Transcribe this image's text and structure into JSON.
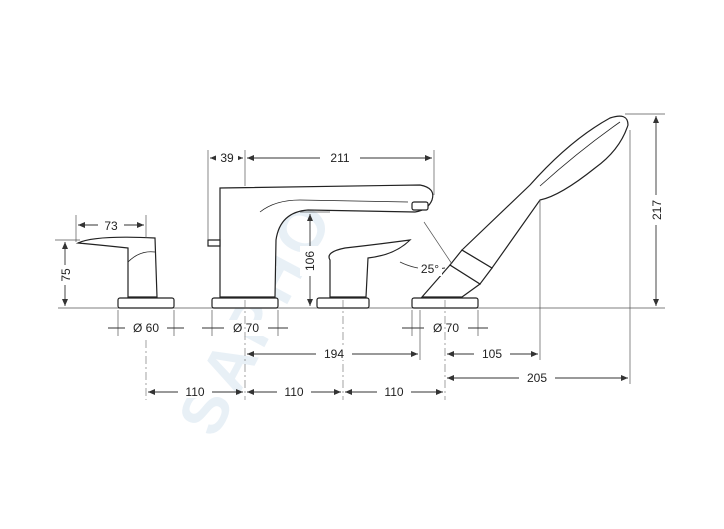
{
  "watermark": "SAPHO",
  "dimensions": {
    "handle_width": "73",
    "handle_height": "75",
    "handle_base_dia": "Ø 60",
    "spout_offset": "39",
    "spout_length": "211",
    "spout_height": "106",
    "spout_base_dia": "Ø 70",
    "hose_angle": "25°",
    "shower_base_dia": "Ø 70",
    "shower_height": "217",
    "spacing_1": "110",
    "spacing_2": "110",
    "spacing_3": "110",
    "spout_to_shower": "194",
    "shower_offset": "105",
    "shower_length": "205"
  }
}
